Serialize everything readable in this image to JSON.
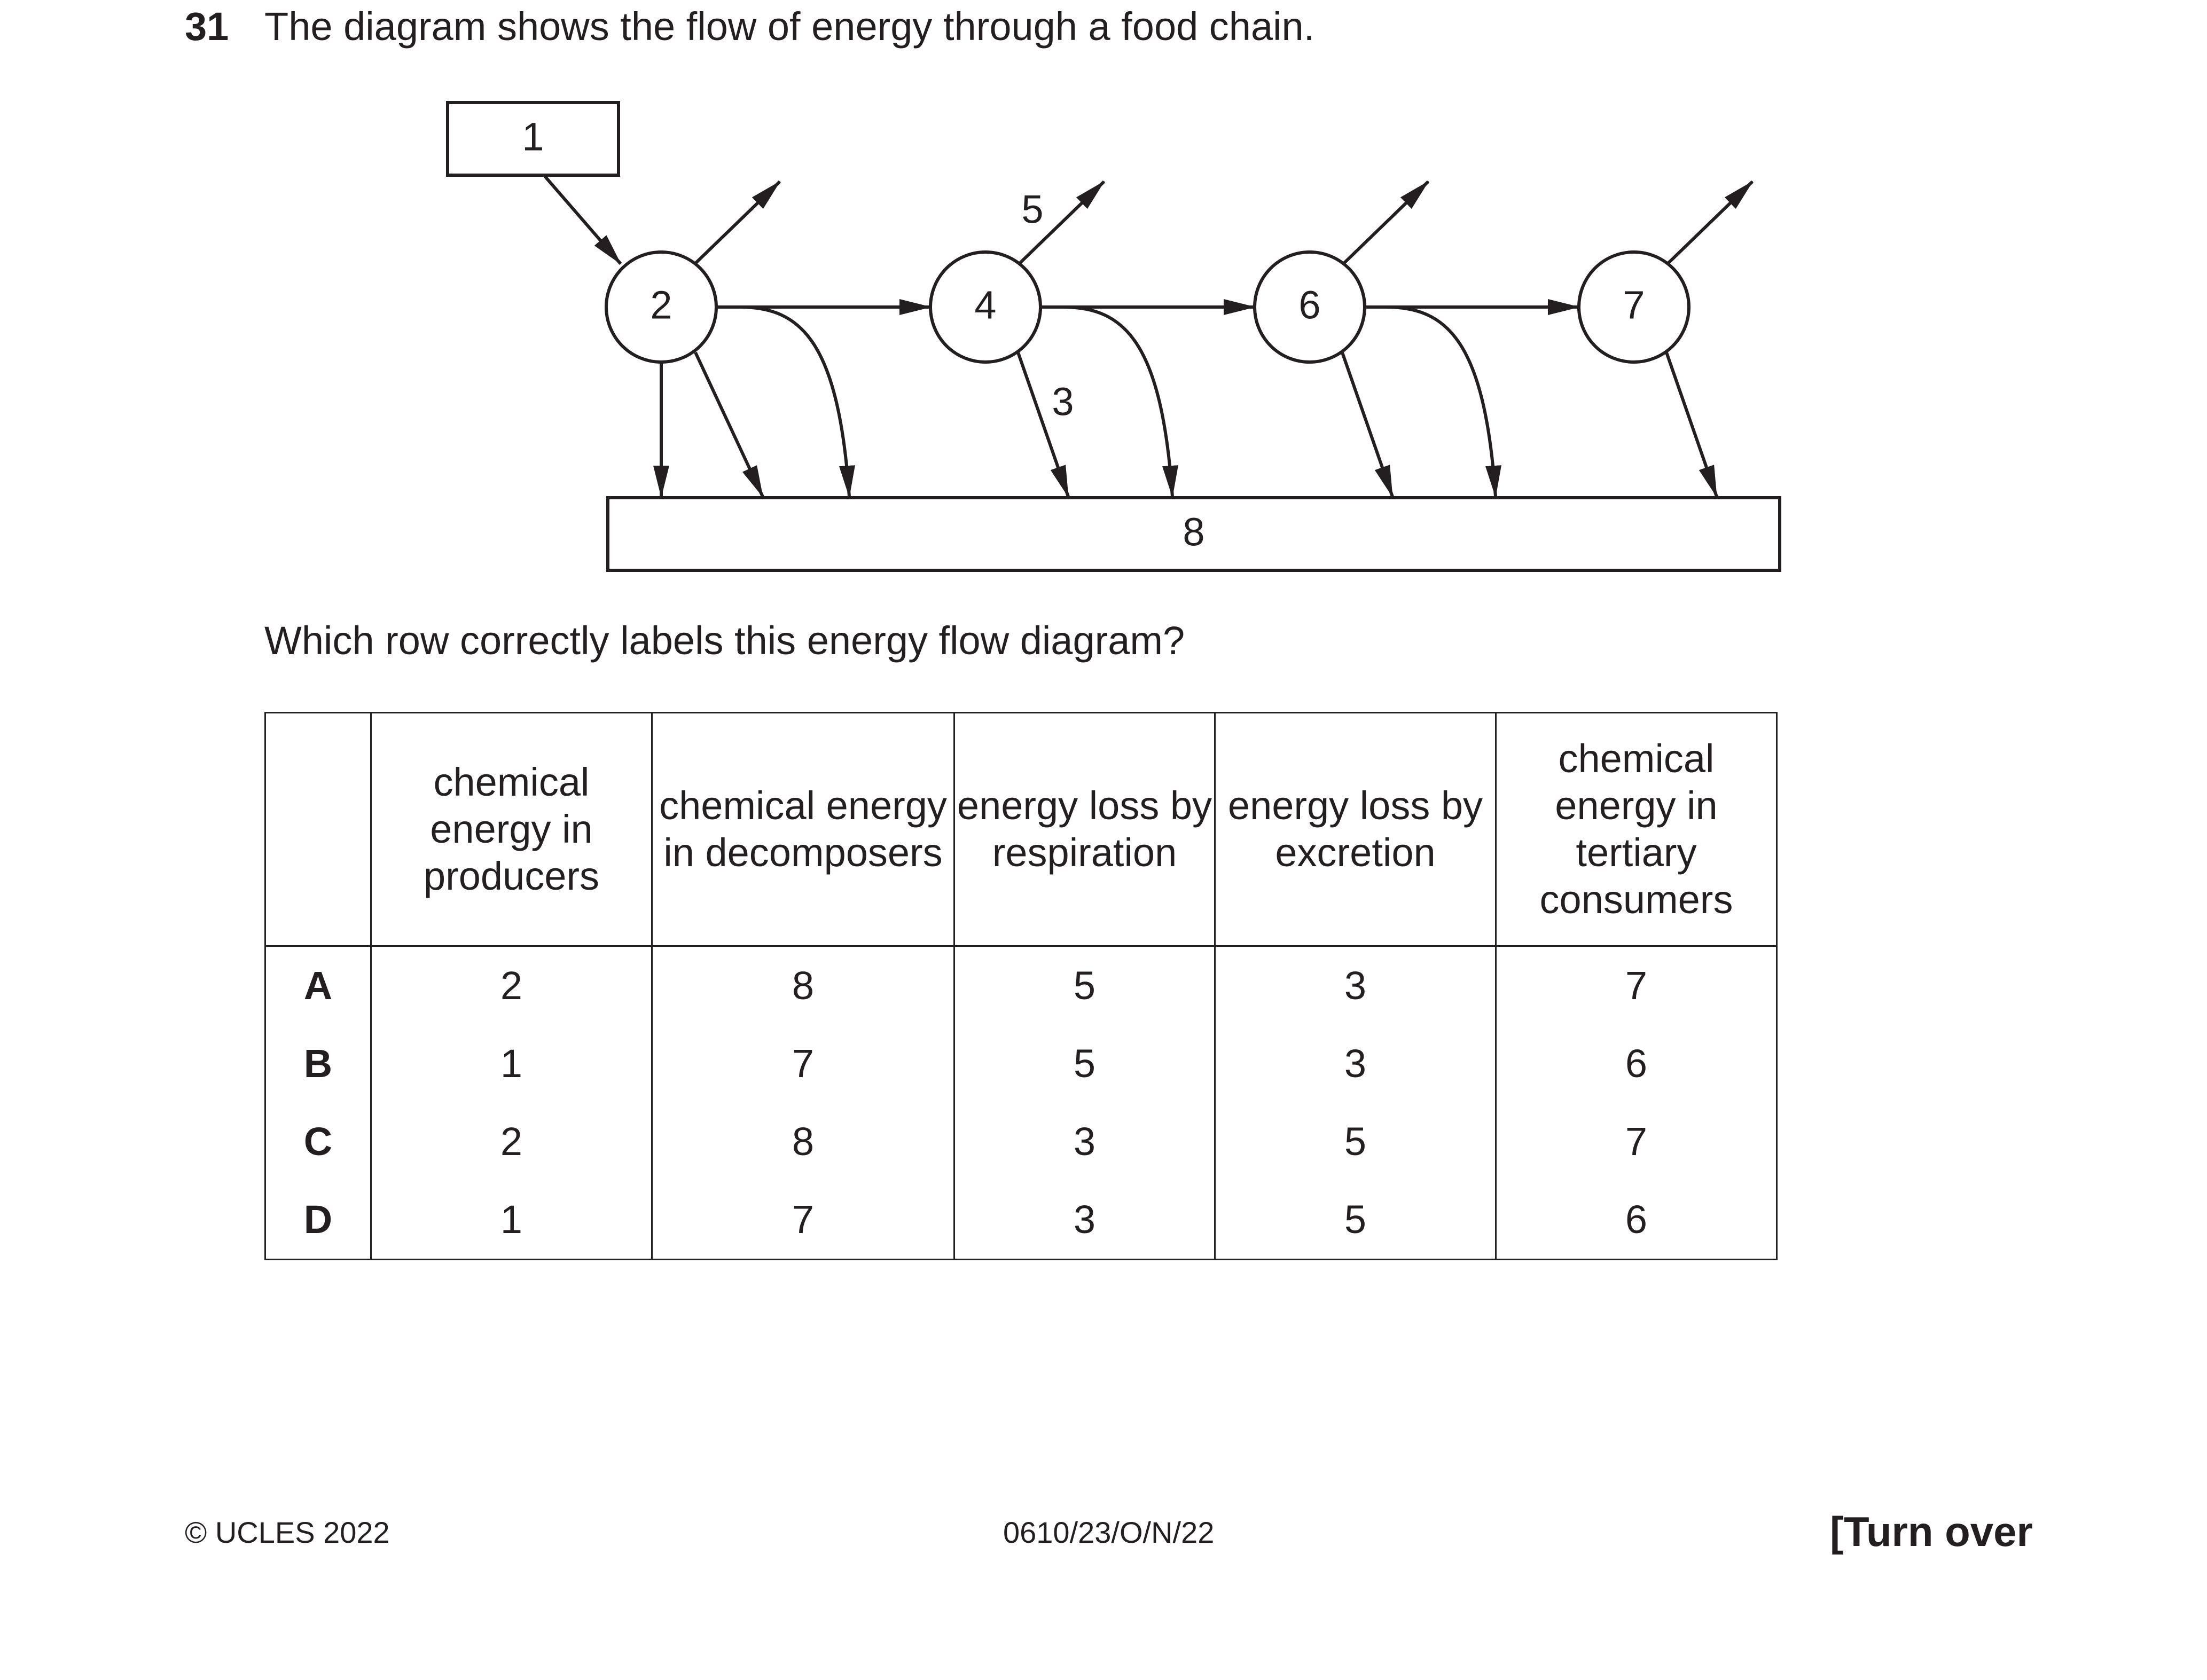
{
  "question": {
    "number": "31",
    "text": "The diagram shows the flow of energy through a food chain.",
    "prompt": "Which row correctly labels this energy flow diagram?"
  },
  "diagram": {
    "source_label": "1",
    "nodes": [
      "2",
      "4",
      "6",
      "7"
    ],
    "sink_label": "8",
    "arrow_labels": {
      "respiration_from_4": "5",
      "down_from_4": "3"
    }
  },
  "table": {
    "headers": [
      "",
      "chemical energy in producers",
      "chemical energy in decomposers",
      "energy loss by respiration",
      "energy loss by excretion",
      "chemical energy in tertiary consumers"
    ],
    "rows": [
      {
        "key": "A",
        "values": [
          "2",
          "8",
          "5",
          "3",
          "7"
        ]
      },
      {
        "key": "B",
        "values": [
          "1",
          "7",
          "5",
          "3",
          "6"
        ]
      },
      {
        "key": "C",
        "values": [
          "2",
          "8",
          "3",
          "5",
          "7"
        ]
      },
      {
        "key": "D",
        "values": [
          "1",
          "7",
          "3",
          "5",
          "6"
        ]
      }
    ]
  },
  "footer": {
    "copyright": "© UCLES 2022",
    "code": "0610/23/O/N/22",
    "turn_over": "[Turn over"
  }
}
